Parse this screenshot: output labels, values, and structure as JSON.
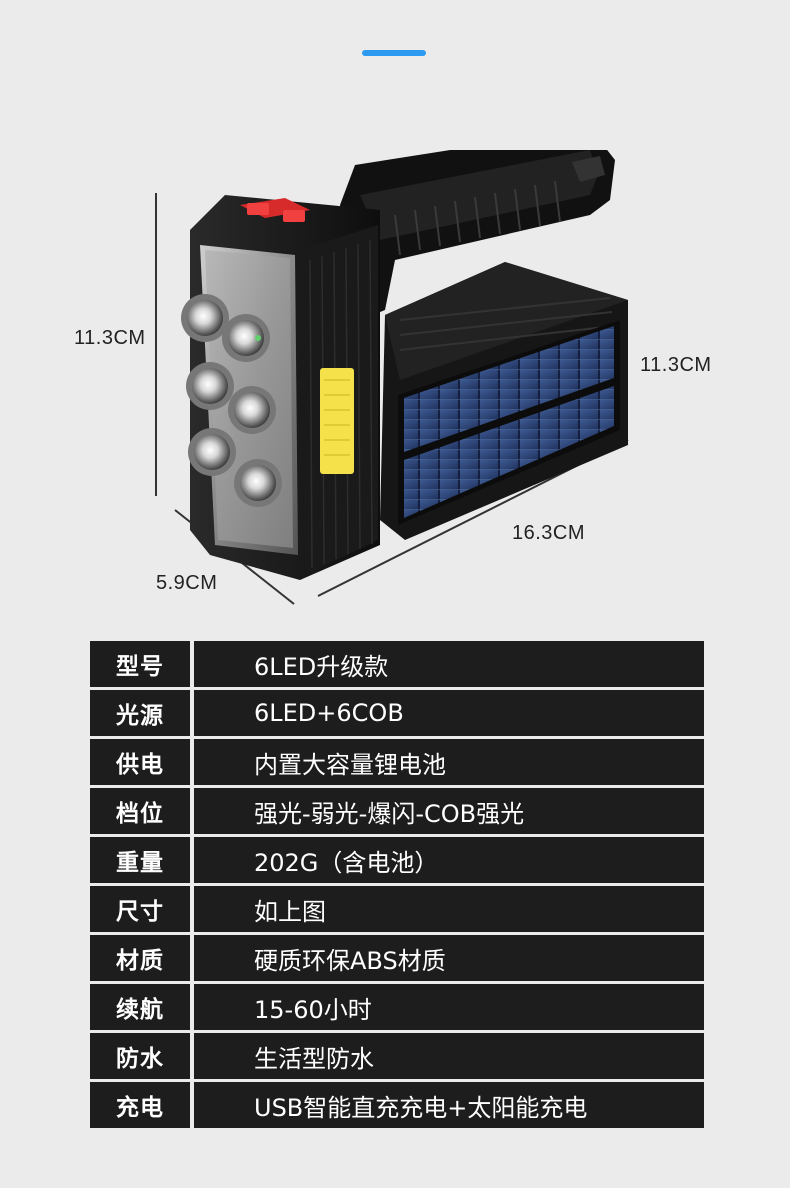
{
  "dimensions": {
    "height_left": "11.3CM",
    "height_right": "11.3CM",
    "length": "16.3CM",
    "width": "5.9CM"
  },
  "specs": [
    {
      "label": "型号",
      "value": "6LED升级款"
    },
    {
      "label": "光源",
      "value": "6LED+6COB"
    },
    {
      "label": "供电",
      "value": "内置大容量锂电池"
    },
    {
      "label": "档位",
      "value": "强光-弱光-爆闪-COB强光"
    },
    {
      "label": "重量",
      "value": "202G（含电池）"
    },
    {
      "label": "尺寸",
      "value": "如上图"
    },
    {
      "label": "材质",
      "value": "硬质环保ABS材质"
    },
    {
      "label": "续航",
      "value": "15-60小时"
    },
    {
      "label": "防水",
      "value": "生活型防水"
    },
    {
      "label": "充电",
      "value": "USB智能直充充电+太阳能充电"
    }
  ],
  "colors": {
    "accent": "#2b9af0",
    "table_bg": "#1d1d1d",
    "page_bg": "#ebebeb"
  }
}
